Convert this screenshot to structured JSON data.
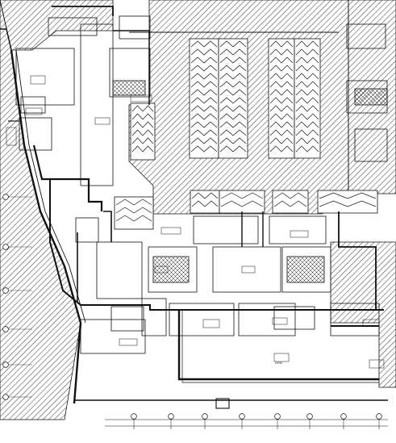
{
  "drawing": {
    "kind": "architectural-ventilation-floor-plan",
    "line_color": "#111111",
    "background": "#ffffff",
    "hatch": "diagonal-45",
    "legible_text": [
      {
        "id": "tag-mid",
        "text": "(500)"
      }
    ]
  }
}
